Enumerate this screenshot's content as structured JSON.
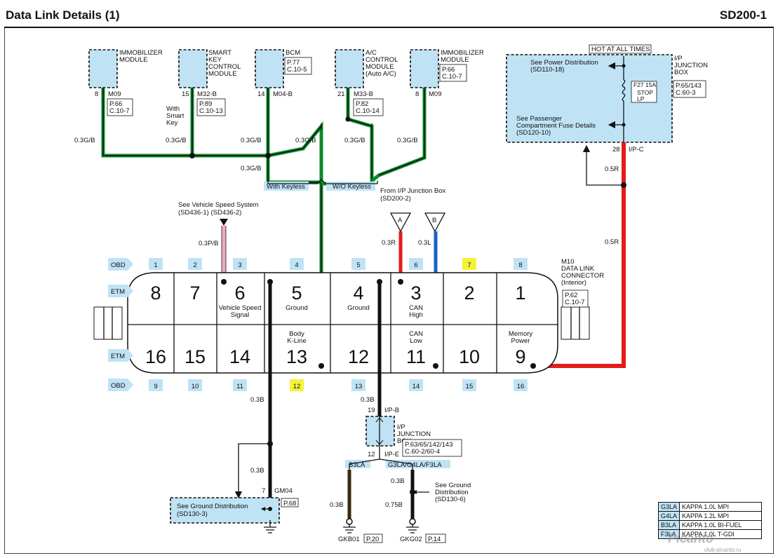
{
  "header": {
    "title": "Data Link Details (1)",
    "code": "SD200-1"
  },
  "modules": {
    "immobilizer_left": {
      "name": "IMMOBILIZER\nMODULE",
      "pin": "8",
      "conn": "M09",
      "ref": "P.66\nC.10-7"
    },
    "smart_key": {
      "name": "SMART\nKEY\nCONTROL\nMODULE",
      "pin": "15",
      "conn": "M32-B",
      "ref": "P.89\nC.10-13",
      "note": "With\nSmart\nKey"
    },
    "bcm": {
      "name": "BCM",
      "pin": "14",
      "conn": "M04-B",
      "ref": "P.77\nC.10-5"
    },
    "ac": {
      "name": "A/C\nCONTROL\nMODULE\n(Auto A/C)",
      "pin": "21",
      "conn": "M33-B",
      "ref": "P.82\nC.10-14"
    },
    "immobilizer_right": {
      "name": "IMMOBILIZER\nMODULE",
      "pin": "8",
      "conn": "M09",
      "ref": "P.66\nC.10-7"
    }
  },
  "wires": {
    "g1": "0.3G/B",
    "g2": "0.3G/B",
    "g3": "0.3G/B",
    "g4": "0.3G/B",
    "g5": "0.3G/B",
    "g6": "0.3G/B",
    "g7": "0.3G/B",
    "pink": "0.3P/B",
    "red": "0.3R",
    "blue": "0.3L",
    "r1": "0.5R",
    "r2": "0.5R",
    "b1": "0.3B",
    "b2": "0.3B",
    "b3": "0.3B",
    "b4": "0.3B",
    "b5": "0.3B",
    "b6": "0.75B"
  },
  "tags": {
    "with_keyless": "With Keyless",
    "wo_keyless": "W/O Keyless",
    "b3la": "B3LA",
    "g3la": "G3LA/G4LA/F3LA"
  },
  "from_junction": "From I/P Junction Box\n(SD200-2)",
  "connector_a": "A",
  "connector_b": "B",
  "speed_ref": "See Vehicle Speed System\n(SD436-1)    (SD436-2)",
  "junction_top": {
    "hot": "HOT AT ALL TIMES",
    "name": "I/P\nJUNCTION\nBOX",
    "ref": "P.65/143\nC.60-3",
    "power": "See Power Distribution\n(SD110-18)",
    "passenger": "See Passenger\nCompartment Fuse Details\n(SD120-10)",
    "fuse": "F27 15A",
    "fuse_name": "STOP\nLP",
    "pin": "28",
    "conn": "I/P-C"
  },
  "dlc": {
    "name": "M10\nDATA LINK\nCONNECTOR\n(Interior)",
    "ref": "P.62\nC.10-7",
    "obd": "OBD",
    "etm": "ETM",
    "top_obd": [
      "1",
      "2",
      "3",
      "4",
      "5",
      "6",
      "7",
      "8"
    ],
    "bottom_obd": [
      "9",
      "10",
      "11",
      "12",
      "13",
      "14",
      "15",
      "16"
    ],
    "top_etm": [
      "8",
      "7",
      "6",
      "5",
      "4",
      "3",
      "2",
      "1"
    ],
    "bottom_etm": [
      "16",
      "15",
      "14",
      "13",
      "12",
      "11",
      "10",
      "9"
    ],
    "top_labels": [
      "",
      "",
      "Vehicle Speed\nSignal",
      "Ground",
      "Ground",
      "CAN\nHigh",
      "",
      ""
    ],
    "bottom_labels": [
      "",
      "",
      "",
      "Body\nK-Line",
      "",
      "CAN\nLow",
      "",
      "Memory\nPower"
    ]
  },
  "junction_bottom": {
    "pin_top": "19",
    "conn_top": "I/P-B",
    "pin_bottom": "12",
    "conn_bottom": "I/P-E",
    "name": "I/P\nJUNCTION\nBOX",
    "ref": "P.63/65/142/143\nC.60-2/60-4"
  },
  "ground_left": {
    "ref": "See Ground Distribution\n(SD130-3)",
    "pin": "7",
    "conn": "GM04",
    "page": "P.68"
  },
  "ground_right": {
    "ref": "See Ground\nDistribution\n(SD130-6)"
  },
  "grounds": {
    "gkb01": "GKB01",
    "gkb01_page": "P.20",
    "gkg02": "GKG02",
    "gkg02_page": "P.14"
  },
  "legend": [
    {
      "code": "G3LA",
      "desc": "KAPPA 1.0L MPI"
    },
    {
      "code": "G4LA",
      "desc": "KAPPA 1.2L MPI"
    },
    {
      "code": "B3LA",
      "desc": "KAPPA 1.0L BI-FUEL"
    },
    {
      "code": "F3LA",
      "desc": "KAPPA 1.0L T-GDI"
    }
  ],
  "watermark": "Picanto",
  "watermark_url": "club-picanto.ru",
  "colors": {
    "green": "#0c8a2a",
    "red": "#e21c1c",
    "blue": "#1565c0",
    "pink": "#f2a6c6",
    "black": "#111111",
    "module_fill": "#bfe3f5",
    "highlight": "#f4f23a"
  }
}
